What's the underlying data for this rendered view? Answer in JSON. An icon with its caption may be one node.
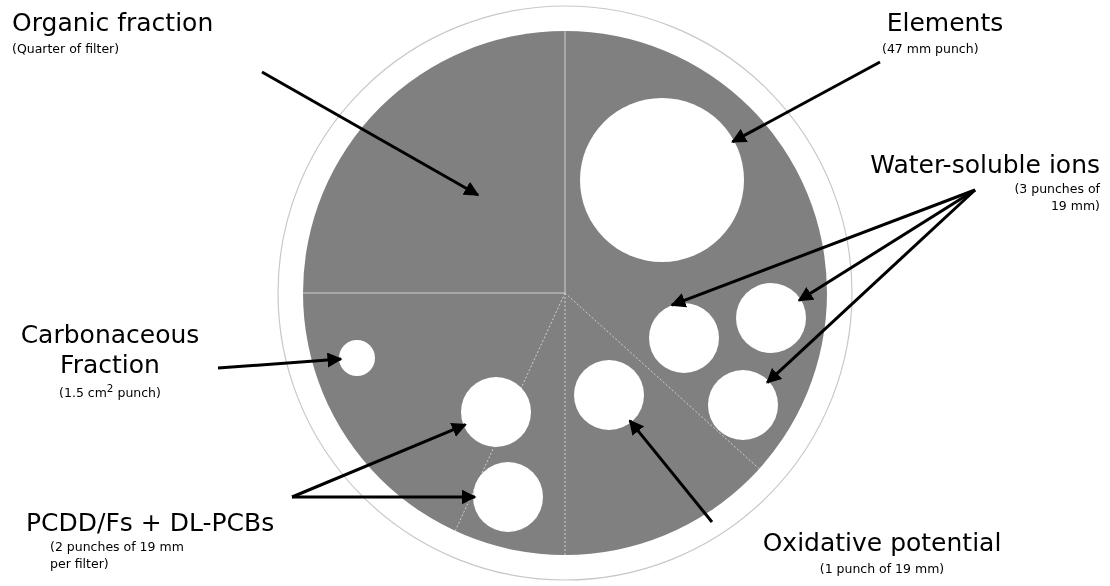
{
  "diagram": {
    "nodes": [
      {
        "text": [
          "Organic fraction",
          "(Quarter of filter)"
        ]
      },
      {
        "text": [],
        "shape": "sector"
      },
      {
        "text": [
          "Elements",
          "(47 mm punch)"
        ]
      },
      {
        "text": [],
        "shape": "circle"
      },
      {
        "text": [
          "Water-soluble ions",
          "(3 punches of 19 mm)"
        ]
      },
      {
        "text": [],
        "shape": "circle"
      },
      {
        "text": [],
        "shape": "circle"
      },
      {
        "text": [],
        "shape": "circle"
      },
      {
        "text": [
          "Carbonaceous Fraction",
          "(1.5 cm$^{2}$ punch)"
        ]
      },
      {
        "text": [],
        "shape": "circle"
      },
      {
        "text": [
          "PCDD/Fs + DL-PCBs",
          "(2 punches of 19 mm per filter)"
        ]
      },
      {
        "text": [],
        "shape": "circle"
      },
      {
        "text": [],
        "shape": "circle"
      },
      {
        "text": [
          "Oxidative potential",
          "(1 punch of 19 mm)"
        ]
      },
      {
        "text": [],
        "shape": "circle"
      }
    ],
    "edges": [
      {
        "from": 0,
        "to": 1,
        "arrow": "to"
      },
      {
        "from": 2,
        "to": 3,
        "arrow": "to"
      },
      {
        "from": 4,
        "to": 5,
        "arrow": "to"
      },
      {
        "from": 4,
        "to": 6,
        "arrow": "to"
      },
      {
        "from": 4,
        "to": 7,
        "arrow": "to"
      },
      {
        "from": 8,
        "to": 9,
        "arrow": "to"
      },
      {
        "from": 10,
        "to": 11,
        "arrow": "to"
      },
      {
        "from": 10,
        "to": 12,
        "arrow": "to"
      },
      {
        "from": 13,
        "to": 14,
        "arrow": "to"
      }
    ]
  }
}
